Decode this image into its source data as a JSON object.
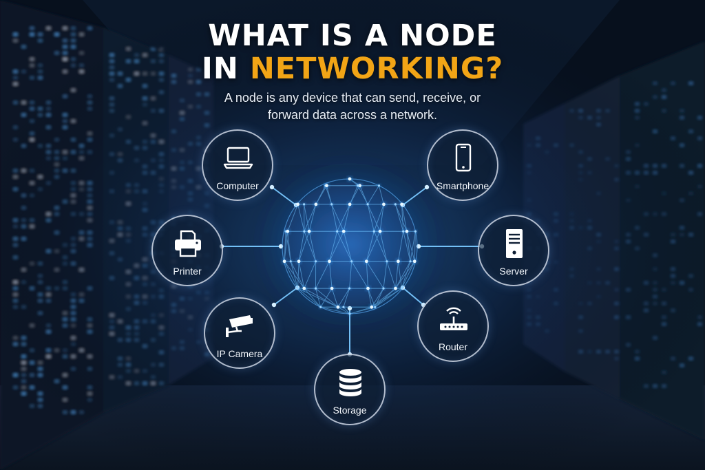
{
  "title": {
    "line1": "WHAT IS A NODE",
    "line2_prefix": "IN",
    "line2_accent": "NETWORKING?",
    "accent_color": "#f2a516"
  },
  "subtitle": {
    "line1": "A node is any device that can send, receive, or",
    "line2": "forward data across a network."
  },
  "nodes": [
    {
      "label": "Computer",
      "icon": "laptop-icon"
    },
    {
      "label": "Smartphone",
      "icon": "smartphone-icon"
    },
    {
      "label": "Printer",
      "icon": "printer-icon"
    },
    {
      "label": "Server",
      "icon": "server-icon"
    },
    {
      "label": "IP Camera",
      "icon": "security-camera-icon"
    },
    {
      "label": "Router",
      "icon": "wifi-router-icon"
    },
    {
      "label": "Storage",
      "icon": "database-icon"
    }
  ],
  "colors": {
    "background": "#0a1526",
    "glow": "#6fc3ff",
    "node_ring": "#e1ebf8"
  }
}
